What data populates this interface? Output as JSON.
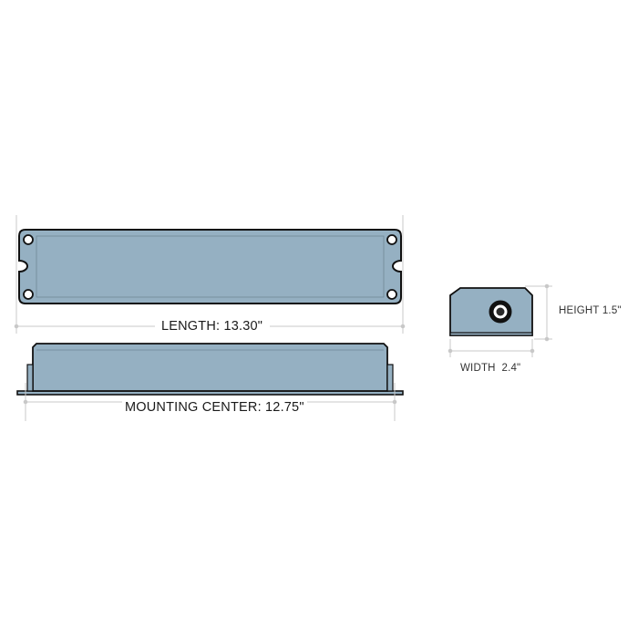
{
  "colors": {
    "body_fill": "#95b0c2",
    "outline": "#111111",
    "dimension_line": "#c8c8c8",
    "text": "#1a1a1a",
    "background": "#ffffff"
  },
  "dimensions": {
    "length": "LENGTH: 13.30\"",
    "mounting_center": "MOUNTING CENTER: 12.75\"",
    "height": "HEIGHT 1.5\"",
    "width": "WIDTH  2.4\""
  },
  "icons": {
    "top_view": "ballast-top-view",
    "side_view": "ballast-side-view",
    "end_view": "ballast-end-view",
    "wire_hole": "wire-grommet-icon"
  }
}
